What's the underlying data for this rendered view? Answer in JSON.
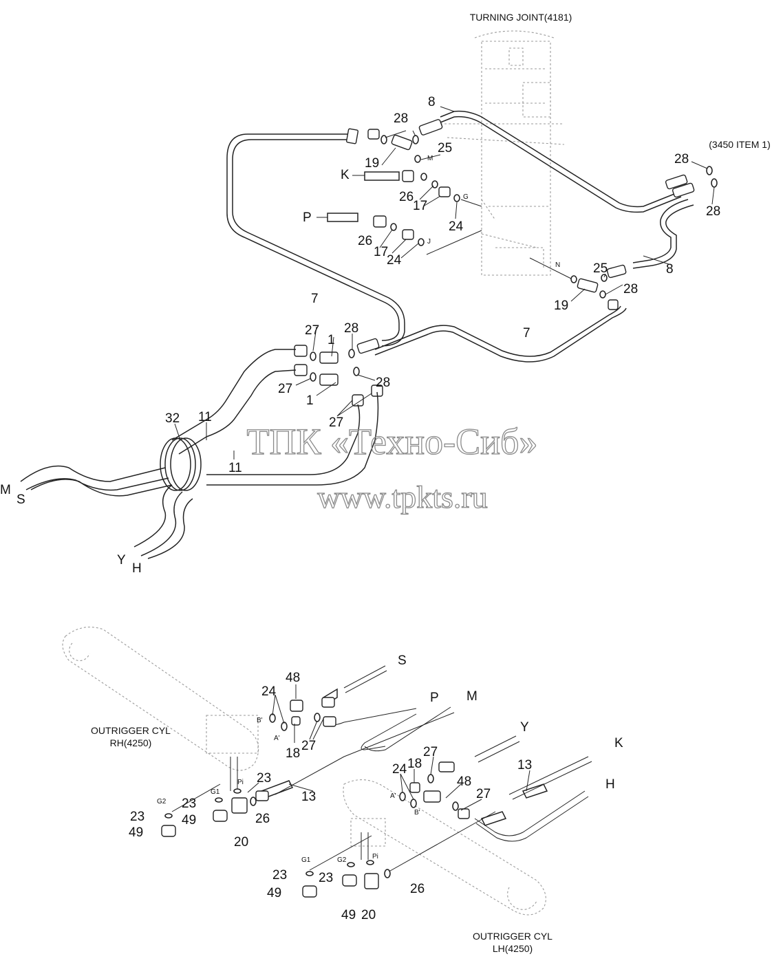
{
  "captions": {
    "turning_joint": "TURNING JOINT(4181)",
    "item_3450": "(3450 ITEM 1)",
    "outrigger_rh_line1": "OUTRIGGER CYL",
    "outrigger_rh_line2": "RH(4250)",
    "outrigger_lh_line1": "OUTRIGGER CYL",
    "outrigger_lh_line2": "LH(4250)"
  },
  "watermark": {
    "line1": "ТПК «Техно-Сиб»",
    "line2": "www.tpkts.ru"
  },
  "port_letters": [
    "K",
    "P",
    "M",
    "S",
    "Y",
    "H"
  ],
  "port_marks": [
    "M",
    "G",
    "J",
    "N",
    "B'",
    "A'",
    "G1",
    "G2",
    "Pi"
  ],
  "part_numbers": [
    "1",
    "7",
    "8",
    "11",
    "13",
    "17",
    "18",
    "19",
    "20",
    "23",
    "24",
    "25",
    "26",
    "27",
    "28",
    "32",
    "48",
    "49"
  ]
}
